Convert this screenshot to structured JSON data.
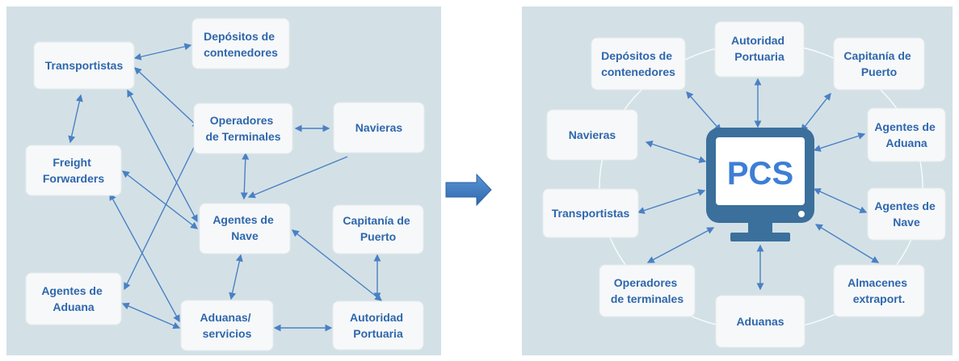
{
  "colors": {
    "background": "#d3e1e6",
    "box_fill": "#f7f8f9",
    "box_text": "#2e67ad",
    "arrow": "#4a80c4",
    "monitor_dark": "#3b6f9c",
    "monitor_light": "#ffffff",
    "pcs_text": "#3d7ed6",
    "transition_arrow": "#3a78c2"
  },
  "left": {
    "transportistas": [
      "Transportistas"
    ],
    "depositos": [
      "Depósitos de",
      "contenedores"
    ],
    "operadores": [
      "Operadores",
      "de Terminales"
    ],
    "navieras": [
      "Navieras"
    ],
    "freight": [
      "Freight",
      "Forwarders"
    ],
    "agentes_nave": [
      "Agentes de",
      "Nave"
    ],
    "capitania": [
      "Capitanía de",
      "Puerto"
    ],
    "agentes_aduana": [
      "Agentes de",
      "Aduana"
    ],
    "aduanas": [
      "Aduanas/",
      "servicios"
    ],
    "autoridad": [
      "Autoridad",
      "Portuaria"
    ]
  },
  "transition_icon": "right-arrow-icon",
  "right": {
    "center_label": "PCS",
    "center_icon": "monitor-icon",
    "depositos": [
      "Depósitos de",
      "contenedores"
    ],
    "autoridad": [
      "Autoridad",
      "Portuaria"
    ],
    "capitania": [
      "Capitanía de",
      "Puerto"
    ],
    "navieras": [
      "Navieras"
    ],
    "agentes_aduana": [
      "Agentes de",
      "Aduana"
    ],
    "transportistas": [
      "Transportistas"
    ],
    "agentes_nave": [
      "Agentes de",
      "Nave"
    ],
    "operadores": [
      "Operadores",
      "de terminales"
    ],
    "almacenes": [
      "Almacenes",
      "extraport."
    ],
    "aduanas": [
      "Aduanas"
    ]
  }
}
